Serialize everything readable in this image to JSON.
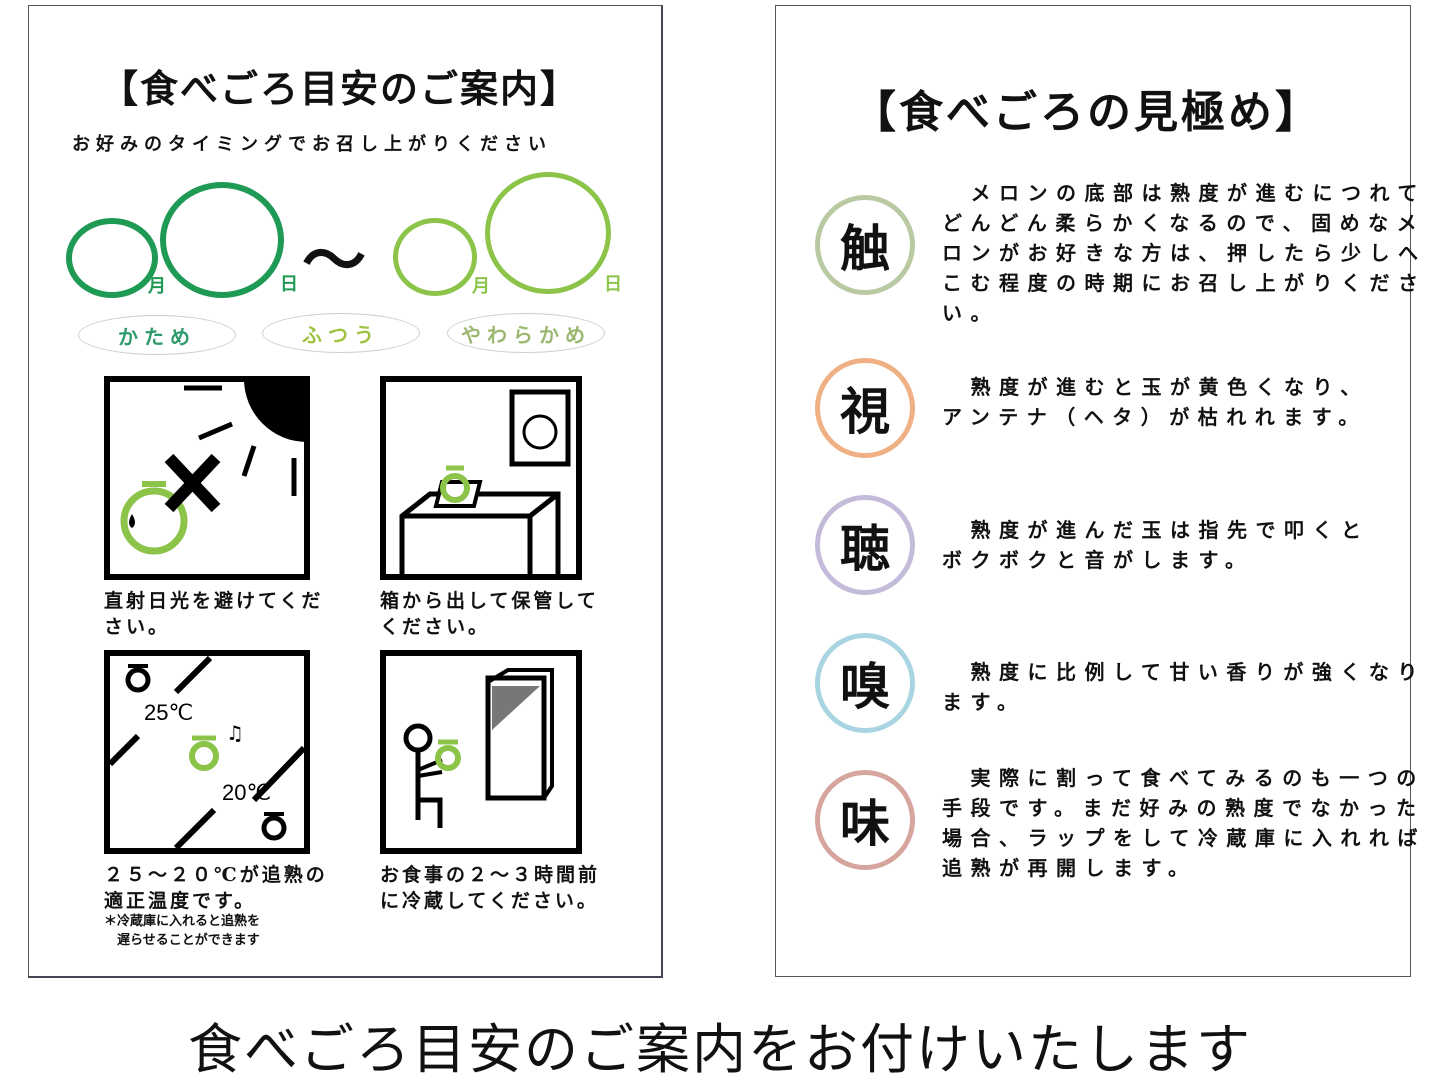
{
  "left": {
    "title": "【食べごろ目安のご案内】",
    "subtitle": "お好みのタイミングでお召し上がりください",
    "month_label": "月",
    "day_label": "日",
    "tilde": "～",
    "firmness": [
      "かため",
      "ふつう",
      "やわらかめ"
    ],
    "colors": {
      "dark_green": "#1f9a55",
      "light_green": "#8cc44a"
    },
    "pictograms": [
      {
        "caption": [
          "直射日光を避けてくだ",
          "さい。"
        ]
      },
      {
        "caption": [
          "箱から出して保管して",
          "ください。"
        ]
      },
      {
        "caption": [
          "２５～２０℃が追熟の",
          "適正温度です。"
        ],
        "note": [
          "＊冷蔵庫に入れると追熟を",
          "　遅らせることができます"
        ],
        "temp_high": "25℃",
        "temp_low": "20℃"
      },
      {
        "caption": [
          "お食事の２～３時間前",
          "に冷蔵してください。"
        ]
      }
    ]
  },
  "right": {
    "title": "【食べごろの見極め】",
    "senses": [
      {
        "kanji": "触",
        "color": "#b9c9a2",
        "lines": [
          "　メロンの底部は熟度が進むにつれて",
          "どんどん柔らかくなるので、固めなメ",
          "ロンがお好きな方は、押したら少しへ",
          "こむ程度の時期にお召し上がりくださ",
          "い。"
        ]
      },
      {
        "kanji": "視",
        "color": "#efb184",
        "lines": [
          "　熟度が進むと玉が黄色くなり、",
          "アンテナ（ヘタ）が枯れれます。"
        ]
      },
      {
        "kanji": "聴",
        "color": "#c3bbd9",
        "lines": [
          "　熟度が進んだ玉は指先で叩くと",
          "ボクボクと音がします。"
        ]
      },
      {
        "kanji": "嗅",
        "color": "#a9d5e2",
        "lines": [
          "　熟度に比例して甘い香りが強くなり",
          "ます。"
        ]
      },
      {
        "kanji": "味",
        "color": "#d6a59e",
        "lines": [
          "　実際に割って食べてみるのも一つの",
          "手段です。まだ好みの熟度でなかった",
          "場合、ラップをして冷蔵庫に入れれば",
          "追熟が再開します。"
        ]
      }
    ]
  },
  "caption": "食べごろ目安のご案内をお付けいたします"
}
